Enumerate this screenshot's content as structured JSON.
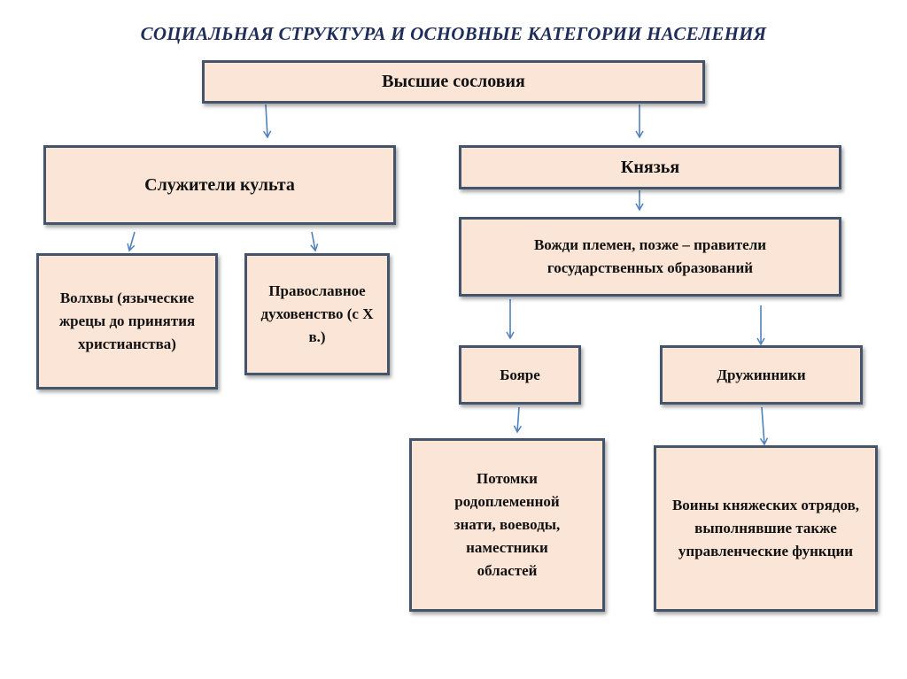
{
  "title": "СОЦИАЛЬНАЯ СТРУКТУРА И ОСНОВНЫЕ КАТЕГОРИИ НАСЕЛЕНИЯ",
  "nodes": {
    "higher_estates": "Высшие сословия",
    "clergy": "Служители культа",
    "princes": "Князья",
    "magi": "Волхвы (языческие жрецы до принятия христианства)",
    "orthodox_clergy": "Православное духовенство (с X в.)",
    "tribal_leaders": "Вожди племен, позже – правители государственных образований",
    "boyars": "Бояре",
    "retinue": "Дружинники",
    "boyars_desc": "Потомки родоплеменной знати, воеводы, наместники областей",
    "retinue_desc": "Воины княжеских отрядов, выполнявшие также управленческие функции"
  },
  "colors": {
    "box_fill": "#fbe5d6",
    "box_border": "#44546a",
    "arrow": "#4f81bd",
    "title": "#1f2d5a"
  }
}
